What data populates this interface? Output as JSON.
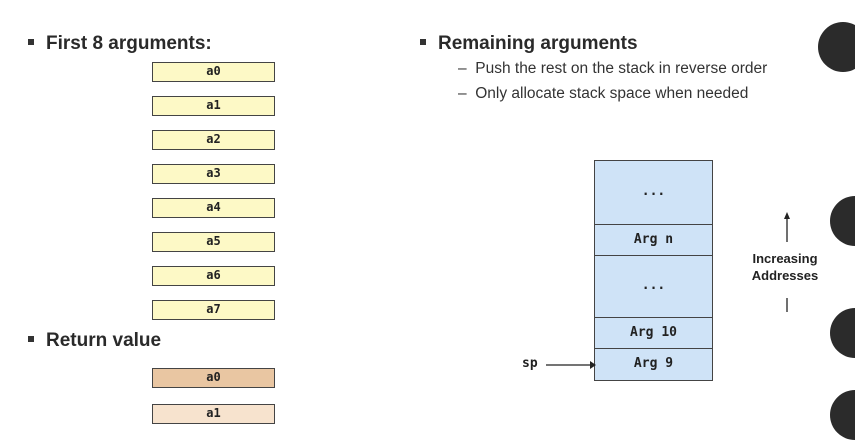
{
  "left": {
    "args_heading": "First 8 arguments:",
    "arg_regs": [
      "a0",
      "a1",
      "a2",
      "a3",
      "a4",
      "a5",
      "a6",
      "a7"
    ],
    "return_heading": "Return value",
    "return_regs": [
      "a0",
      "a1"
    ]
  },
  "right": {
    "heading": "Remaining arguments",
    "bullets": [
      "Push the rest on the stack in reverse order",
      "Only allocate stack space when needed"
    ],
    "dash": "–"
  },
  "stack": {
    "cells": [
      "...",
      "Arg n",
      "...",
      "Arg 10",
      "Arg 9"
    ],
    "sp_label": "sp",
    "addr_line1": "Increasing",
    "addr_line2": "Addresses"
  },
  "colors": {
    "arg_fill": "#fdf9c6",
    "ret0_fill": "#e9c6a2",
    "ret1_fill": "#f7e3ce",
    "stack_fill": "#cfe3f7"
  }
}
